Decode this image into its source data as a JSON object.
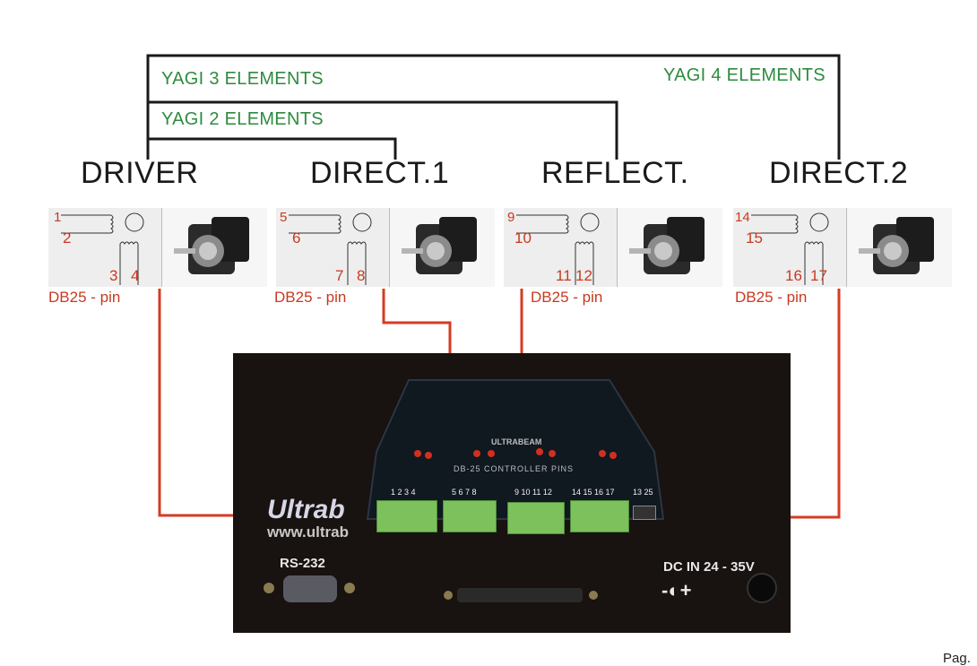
{
  "groups": {
    "yagi3": "YAGI  3 ELEMENTS",
    "yagi2": "YAGI 2 ELEMENTS",
    "yagi4": "YAGI 4 ELEMENTS"
  },
  "motors": [
    {
      "name": "DRIVER",
      "pins": [
        "1",
        "2",
        "3",
        "4"
      ],
      "connector": "DB25 - pin"
    },
    {
      "name": "DIRECT.1",
      "pins": [
        "5",
        "6",
        "7",
        "8"
      ],
      "connector": "DB25 - pin"
    },
    {
      "name": "REFLECT.",
      "pins": [
        "9",
        "10",
        "11",
        "12"
      ],
      "connector": "DB25 - pin"
    },
    {
      "name": "DIRECT.2",
      "pins": [
        "14",
        "15",
        "16",
        "17"
      ],
      "connector": "DB25 - pin"
    }
  ],
  "device": {
    "brand": "Ultrab",
    "url": "www.ultrab",
    "panel_title": "ULTRABEAM",
    "panel_subtitle": "DB-25 CONTROLLER PINS",
    "terminal_groups": [
      "1 2 3 4",
      "5 6 7 8",
      "9 10 11 12",
      "14 15 16 17",
      "13 25"
    ],
    "rs232": "RS-232",
    "dc_in": "DC IN 24 - 35V"
  },
  "colors": {
    "wire": "#d63b23",
    "group_label": "#2e8b3f",
    "bracket": "#1a1a1a"
  },
  "footer": "Pag."
}
